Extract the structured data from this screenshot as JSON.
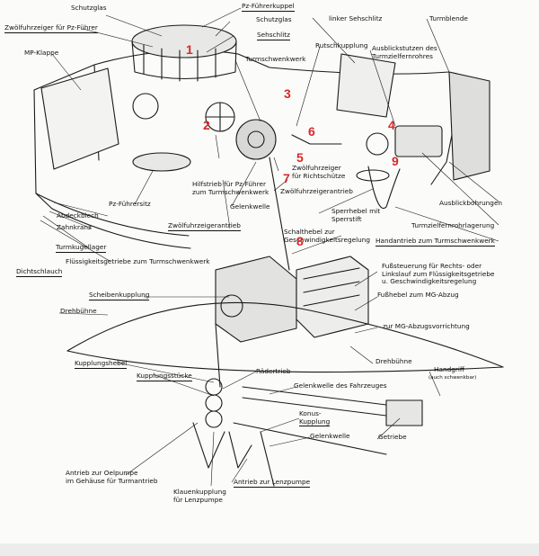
{
  "labels": {
    "schutzglas_top": "Schutzglas",
    "pz_fuehrerkuppel": "Pz-Führerkuppel",
    "zwoelf_pz": "Zwölfuhrzeiger für Pz-Führer",
    "schutzglas_2": "Schutzglas",
    "linker_sehschlitz": "linker Sehschlitz",
    "turmblende": "Turmblende",
    "sehschlitz": "Sehschlitz",
    "rutschkupplung": "Rutschkupplung",
    "ausblickstutzen": "Ausblickstutzen des\nTurmzielfernrohres",
    "mp_klappe": "MP-Klappe",
    "turmschwenkwerk": "Turmschwenkwerk",
    "hilfstrieb": "Hilfstrieb für Pz-Führer\nzum Turmschwenkwerk",
    "zwoelf_richt": "Zwölfuhrzeiger\nfür Richtschütze",
    "zwoelf_antrieb": "Zwölfuhrzeigerantrieb",
    "gelenkwelle": "Gelenkwelle",
    "pz_fuehrersitz": "Pz-Führersitz",
    "abdeckblech": "Abdeckblech",
    "zahnkranz": "Zahnkranz",
    "zwoelf_antrieb_2": "Zwölfuhrzeigerantrieb",
    "turmkugellager": "Turmkugellager",
    "dichtschlauch": "Dichtschlauch",
    "fluessigkeitsgetriebe": "Flüssigkeitsgetriebe zum Turmschwenkwerk",
    "sperrhebel": "Sperrhebel mit\nSperrstift",
    "ausblickbohrungen": "Ausblickbohrungen",
    "turmzielfernrohrlagerung": "Turmzielfernrohrlagerung",
    "schalthebel": "Schalthebel zur\nGeschwindigkeitsregelung",
    "handantrieb": "Handantrieb zum Turmschwenkwerk",
    "fusssteuerung": "Fußsteuerung für Rechts- oder\nLinkslauf zum Flüssigkeitsgetriebe\nu. Geschwindigkeitsregelung",
    "fusshebel": "Fußhebel zum MG-Abzug",
    "scheibenkupplung": "Scheibenkupplung",
    "drehbuehne_left": "Drehbühne",
    "mg_abzug": "zur MG-Abzugsvorrichtung",
    "drehbuehne_right": "Drehbühne",
    "kupplungshebel": "Kupplungshebel",
    "kupplungsstuecke": "Kupplungsstücke",
    "raedertrieb": "Rädertrieb",
    "handgriff": "Handgriff",
    "schwenkbar": "(auch schwenkbar)",
    "gelenkwelle_fahrzeug": "Gelenkwelle des Fahrzeuges",
    "konus_kupplung": "Konus-\nKupplung",
    "gelenkwelle_2": "Gelenkwelle",
    "getriebe": "Getriebe",
    "antrieb_oelpumpe": "Antrieb zur Oelpumpe\nim Gehäuse für Turmantrieb",
    "antrieb_lenzpumpe": "Antrieb zur Lenzpumpe",
    "klauenkupplung": "Klauenkupplung\nfür Lenzpumpe"
  },
  "markers": [
    "1",
    "2",
    "3",
    "4",
    "5",
    "6",
    "7",
    "8",
    "9"
  ],
  "colors": {
    "ink": "#1a1a1a",
    "paper": "#fbfbfa",
    "marker": "#d62a2a",
    "shade": "#c9c9c7"
  }
}
